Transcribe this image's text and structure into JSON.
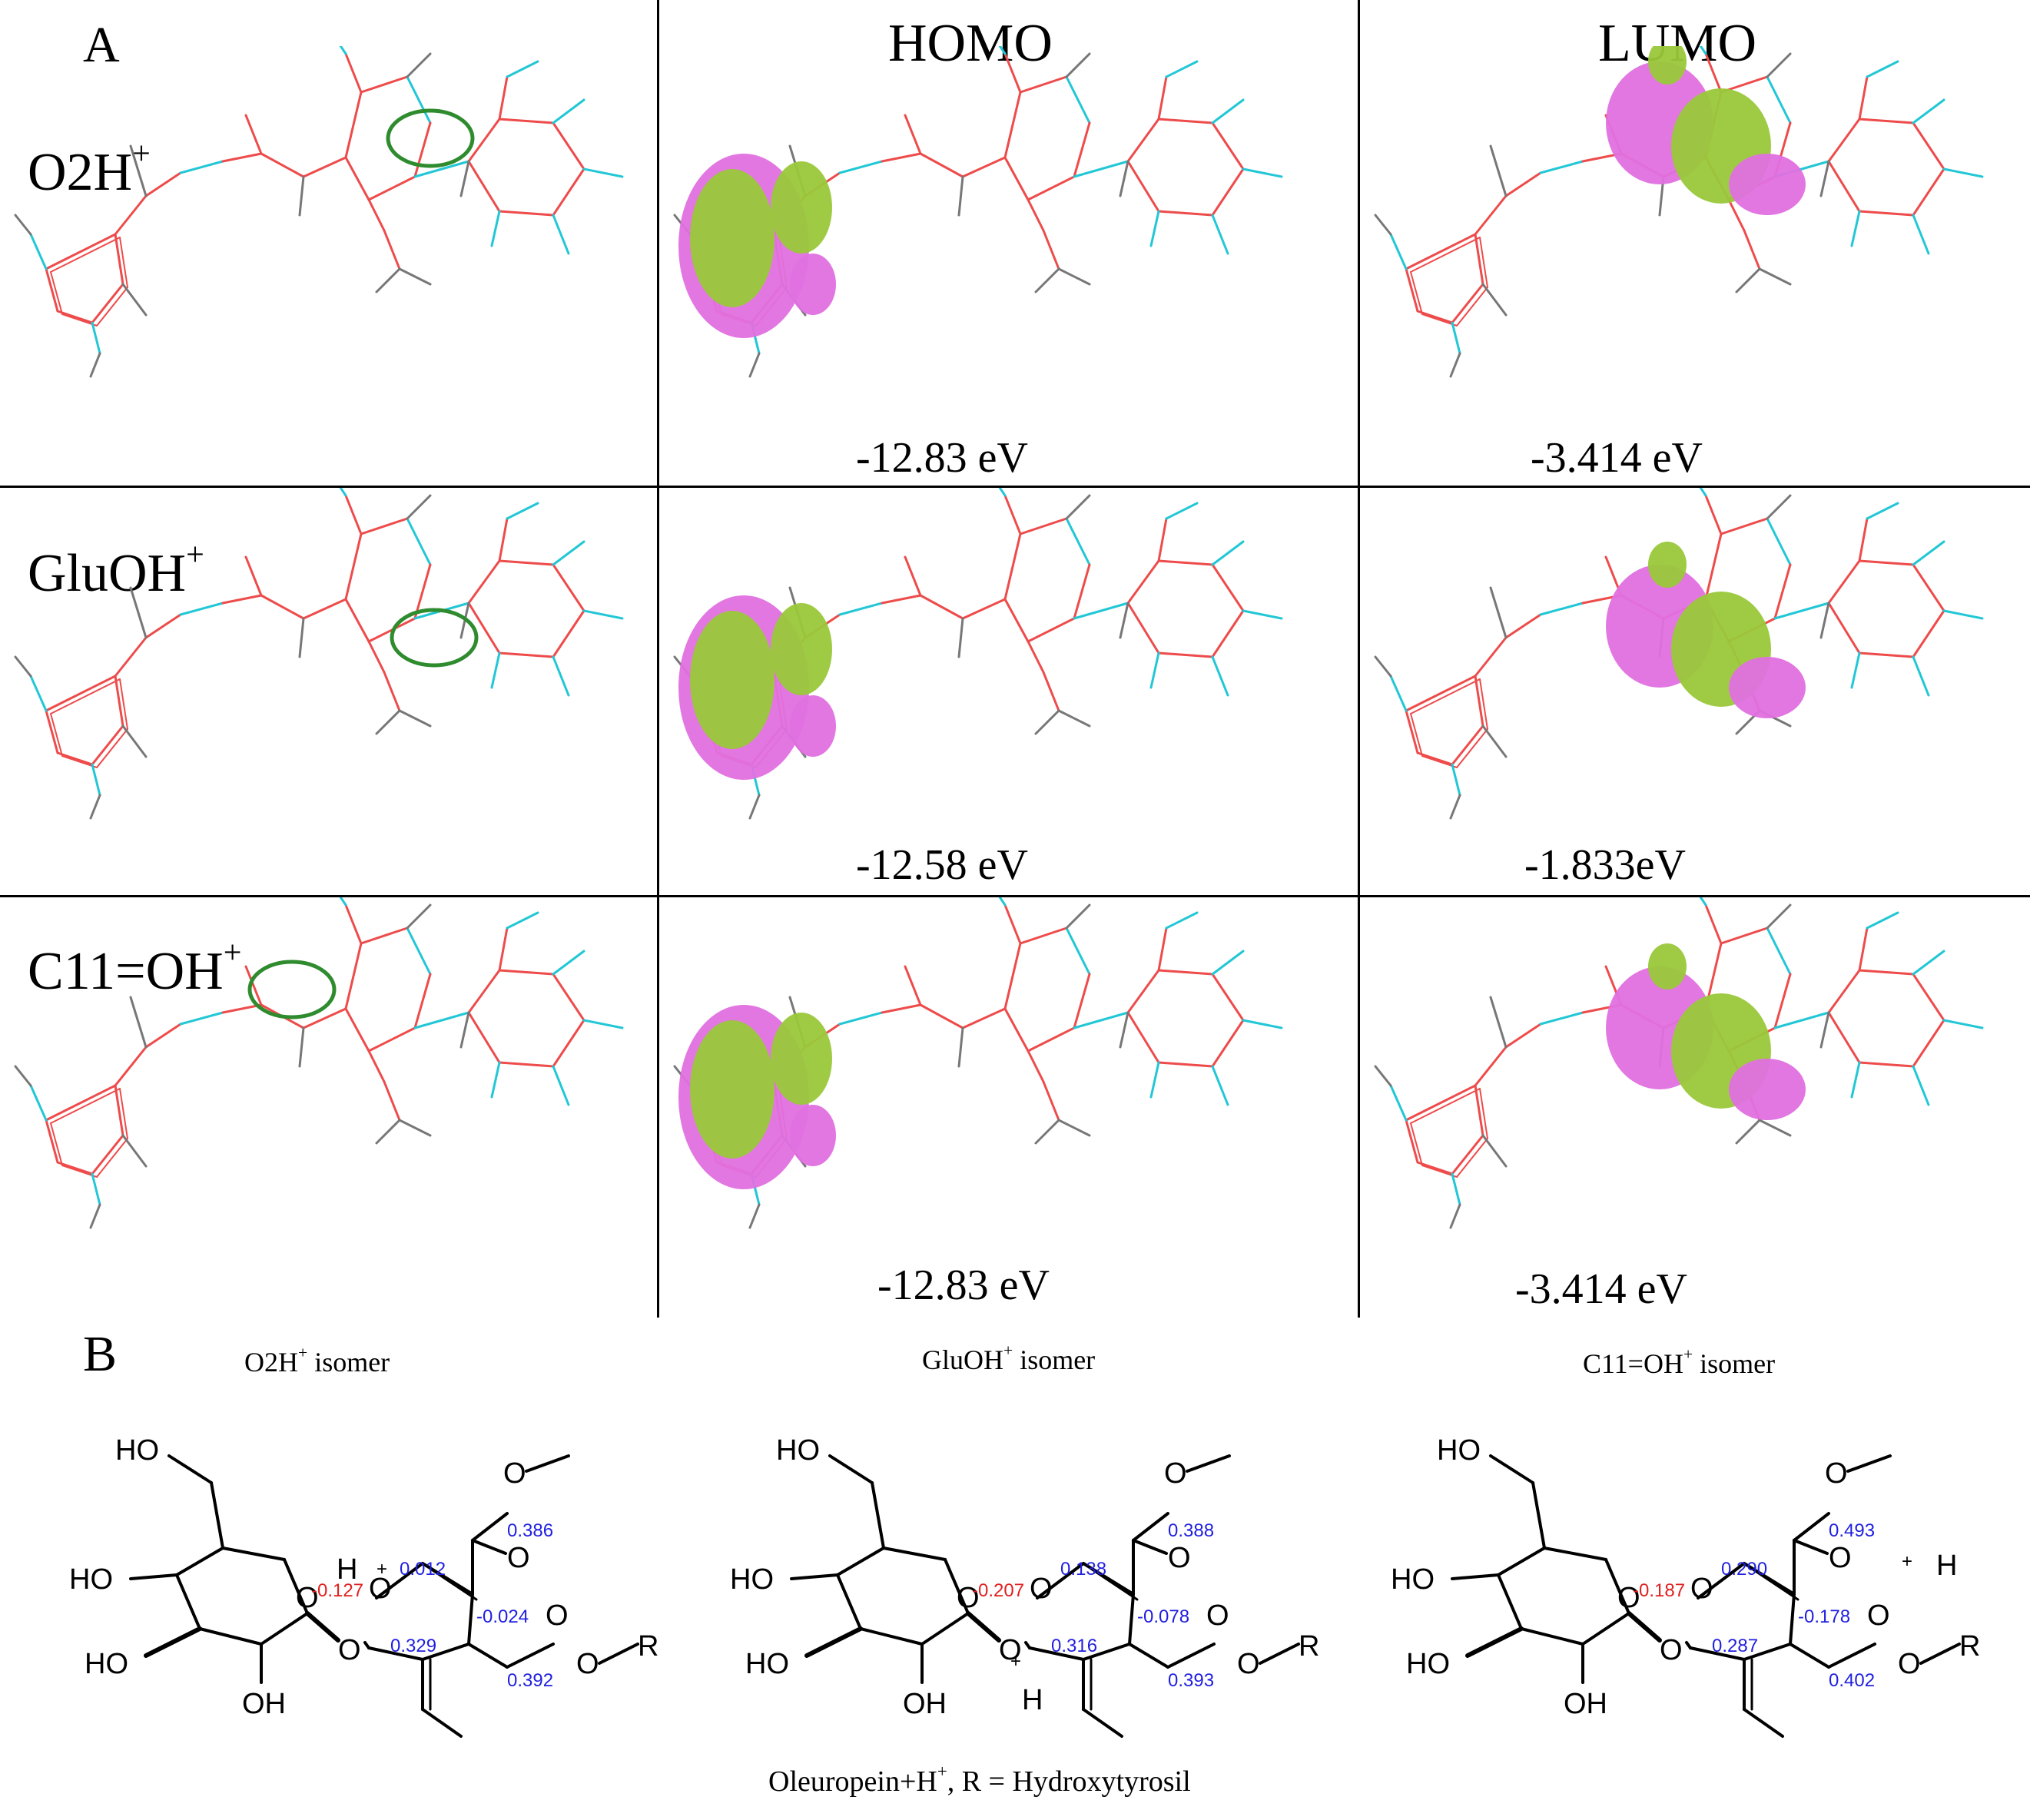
{
  "panel_a": {
    "letter": "A",
    "columns": [
      "HOMO",
      "LUMO"
    ],
    "rows": [
      {
        "label": "O2H",
        "sup": "+",
        "homo_energy": "-12.83 eV",
        "lumo_energy": "-3.414 eV"
      },
      {
        "label": "GluOH",
        "sup": "+",
        "homo_energy": "-12.58 eV",
        "lumo_energy": "-1.833eV"
      },
      {
        "label": "C11=OH",
        "sup": "+",
        "homo_energy": "-12.83 eV",
        "lumo_energy": "-3.414 eV"
      }
    ]
  },
  "panel_b": {
    "letter": "B",
    "isomers": [
      {
        "caption": "O2H",
        "sup": "+",
        "caption_suffix": " isomer",
        "atom_labels": {
          "ho_top": "HO",
          "ho_mid": "HO",
          "ho_bot": "HO",
          "oh": "OH",
          "ring_o": "O",
          "link_o": "O",
          "pyran_o": "O",
          "h": "H",
          "plus": "+",
          "ester_o": "O",
          "carbonyl_o": "O",
          "ester2_o": "O",
          "ester2_o2": "O",
          "r": "R"
        },
        "charges": {
          "c_top": "0.012",
          "ester_c": "0.386",
          "o_charge": "-0.127",
          "c_ring": "-0.024",
          "anomeric": "0.329",
          "ch2": "0.392"
        }
      },
      {
        "caption": "GluOH",
        "sup": "+",
        "caption_suffix": " isomer",
        "atom_labels": {
          "ho_top": "HO",
          "ho_mid": "HO",
          "ho_bot": "HO",
          "oh": "OH",
          "ring_o": "O",
          "link_o": "O",
          "pyran_o": "O",
          "h": "H",
          "plus": "+",
          "ester_o": "O",
          "carbonyl_o": "O",
          "ester2_o": "O",
          "ester2_o2": "O",
          "r": "R"
        },
        "charges": {
          "c_top": "0.138",
          "ester_c": "0.388",
          "o_charge": "-0.207",
          "c_ring": "-0.078",
          "anomeric": "0.316",
          "ch2": "0.393"
        }
      },
      {
        "caption": "C11=OH",
        "sup": "+",
        "caption_suffix": " isomer",
        "atom_labels": {
          "ho_top": "HO",
          "ho_mid": "HO",
          "ho_bot": "HO",
          "oh": "OH",
          "ring_o": "O",
          "link_o": "O",
          "pyran_o": "O",
          "h": "H",
          "plus": "+",
          "ester_o": "O",
          "carbonyl_o": "O",
          "ester2_o": "O",
          "ester2_o2": "O",
          "r": "R"
        },
        "charges": {
          "c_top": "0.290",
          "ester_c": "0.493",
          "o_charge": "-0.187",
          "c_ring": "-0.178",
          "anomeric": "0.287",
          "ch2": "0.402"
        }
      }
    ],
    "footer": {
      "prefix": "Oleuropein+H",
      "sup": "+",
      "suffix": ", R = Hydroxytyrosil"
    }
  },
  "colors": {
    "bond_red": "#ee4b4b",
    "bond_cyan": "#22c7d6",
    "bond_grey": "#777777",
    "orbital_green": "#9ac83a",
    "orbital_magenta": "#e070e0",
    "marker_green": "#2e8b2e",
    "charge_blue": "#1f1fe0",
    "charge_red": "#e01f1f"
  }
}
